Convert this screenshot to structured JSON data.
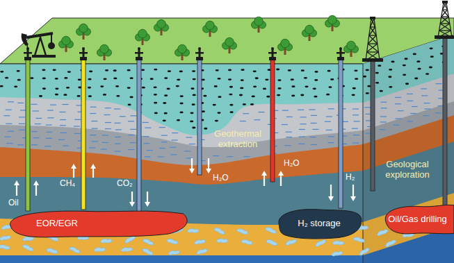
{
  "diagram": {
    "nodes": [
      {
        "text": [
          "EOR/EGR"
        ]
      },
      {
        "text": [
          "H₂ storage"
        ]
      },
      {
        "text": [
          "Oil/Gas drilling"
        ]
      }
    ],
    "labels": [
      "Oil",
      "CH₄",
      "CO₂",
      "Geothermal extraction",
      "H₂O",
      "H₂O",
      "H₂",
      "Geological exploration"
    ]
  }
}
